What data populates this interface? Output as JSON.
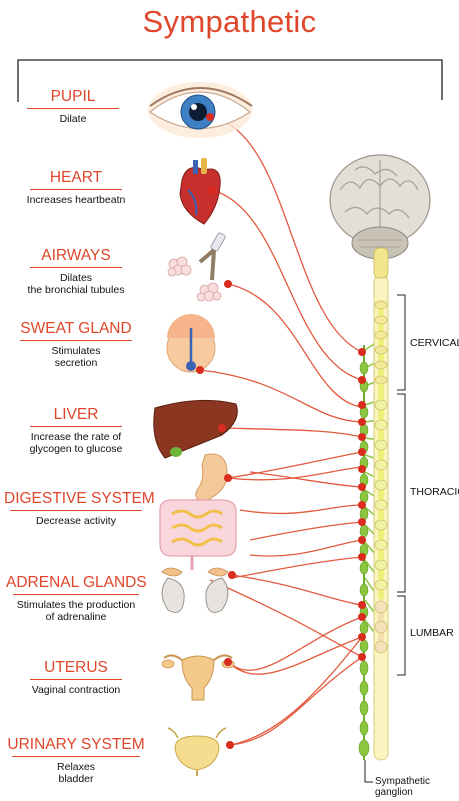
{
  "title": "Sympathetic",
  "organs": [
    {
      "name": "PUPIL",
      "effect": "Dilate"
    },
    {
      "name": "HEART",
      "effect": "Increases heartbeatn"
    },
    {
      "name": "AIRWAYS",
      "effect": "Dilates\nthe bronchial tubules"
    },
    {
      "name": "SWEAT GLAND",
      "effect": "Stimulates\nsecretion"
    },
    {
      "name": "LIVER",
      "effect": "Increase the rate of\nglycogen to glucose"
    },
    {
      "name": "DIGESTIVE SYSTEM",
      "effect": "Decrease activity"
    },
    {
      "name": "ADRENAL GLANDS",
      "effect": "Stimulates the production\nof adrenaline"
    },
    {
      "name": "UTERUS",
      "effect": "Vaginal contraction"
    },
    {
      "name": "URINARY SYSTEM",
      "effect": "Relaxes\nbladder"
    }
  ],
  "regions": {
    "cervical": "CERVICAL",
    "thoracic": "THORACIC",
    "lumbar": "LUMBAR"
  },
  "ganglion_label": "Sympathetic\nganglion",
  "colors": {
    "accent": "#e0462a",
    "nerve": "#e25a3e",
    "ganglion": "#8cc63f",
    "cord": "#f3e99a",
    "node": "#d92b1e"
  }
}
